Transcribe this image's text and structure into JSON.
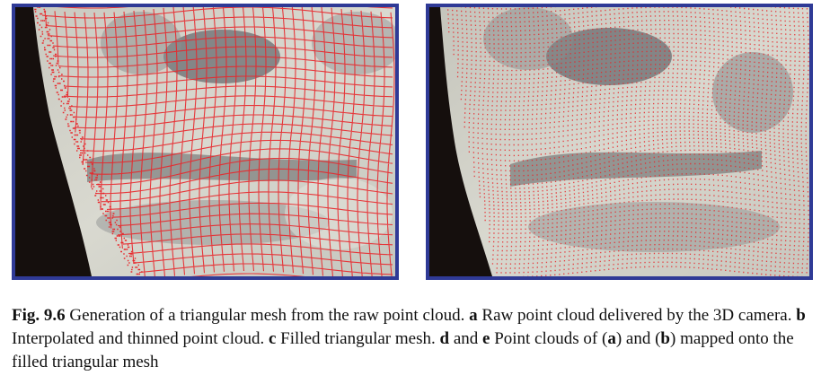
{
  "figure": {
    "label": "Fig. 9.6",
    "caption_parts": [
      {
        "text": " Generation of a triangular mesh from the raw point cloud. ",
        "bold": false
      },
      {
        "text": "a",
        "bold": true
      },
      {
        "text": " Raw point cloud delivered by the 3D camera. ",
        "bold": false
      },
      {
        "text": "b",
        "bold": true
      },
      {
        "text": " Interpolated and thinned point cloud. ",
        "bold": false
      },
      {
        "text": "c",
        "bold": true
      },
      {
        "text": " Filled triangular mesh. ",
        "bold": false
      },
      {
        "text": "d",
        "bold": true
      },
      {
        "text": " and ",
        "bold": false
      },
      {
        "text": "e",
        "bold": true
      },
      {
        "text": " Point clouds of (",
        "bold": false
      },
      {
        "text": "a",
        "bold": true
      },
      {
        "text": ") and (",
        "bold": false
      },
      {
        "text": "b",
        "bold": true
      },
      {
        "text": ") mapped onto the filled triangular mesh",
        "bold": false
      }
    ]
  },
  "panels": [
    {
      "id": "left",
      "style": "grid-mesh"
    },
    {
      "id": "right",
      "style": "dense-points"
    }
  ],
  "colors": {
    "frame": "#2f3a96",
    "overlay": "#e8262a",
    "background": "#150f0d",
    "skin_light": "#dcdcd2",
    "skin_shadow": "#6d6f70"
  }
}
